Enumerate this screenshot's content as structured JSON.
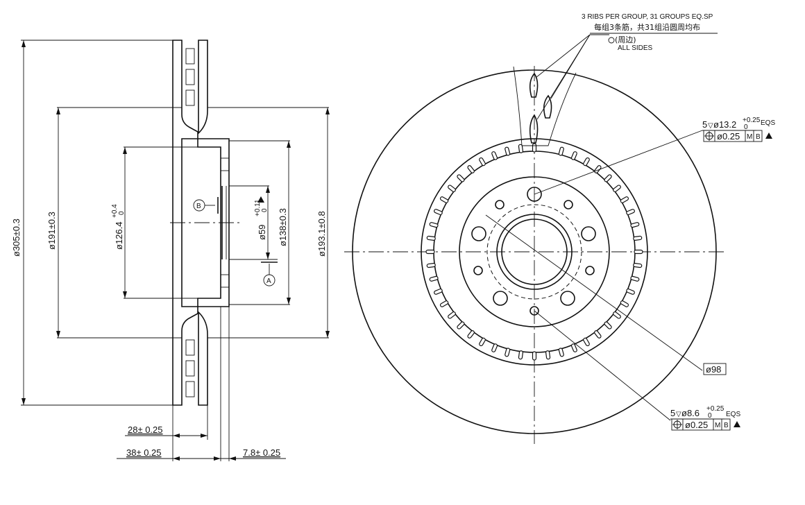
{
  "section_view": {
    "dim_outer_dia": "ø305±0.3",
    "dim_191": "ø191±0.3",
    "dim_126": "ø126.4",
    "dim_126_tol": "+0.4",
    "dim_126_tol0": "0",
    "dim_59": "ø59",
    "dim_59_tol": "+0.11",
    "dim_59_tol0": "0",
    "dim_138": "ø138±0.3",
    "dim_193": "ø193.1±0.8",
    "dim_28": "28± 0.25",
    "dim_38": "38± 0.25",
    "dim_7_8": "7.8± 0.25",
    "datum_a": "A",
    "datum_b": "B"
  },
  "front_view": {
    "note_ribs": "3 RIBS PER GROUP, 31 GROUPS EQ.SP",
    "note_ribs_cn": "每组3条筋，共31组沿圆周均布",
    "note_all_sides_cn": "(周边)",
    "note_all_sides": "ALL SIDES",
    "hole_large_callout": "5",
    "hole_large_dia": "ø13.2",
    "hole_large_tol": "+0.25",
    "hole_large_tol0": "0",
    "hole_large_eqs": "EQS",
    "hole_large_fcf_tol": "ø0.25",
    "hole_large_fcf_mod": "M",
    "hole_large_fcf_datum": "B",
    "hole_small_callout": "5",
    "hole_small_dia": "ø8.6",
    "hole_small_tol": "+0.25",
    "hole_small_tol0": "0",
    "hole_small_eqs": "EQS",
    "hole_small_fcf_tol": "ø0.25",
    "hole_small_fcf_mod": "M",
    "hole_small_fcf_datum": "B",
    "pcd": "ø98"
  }
}
